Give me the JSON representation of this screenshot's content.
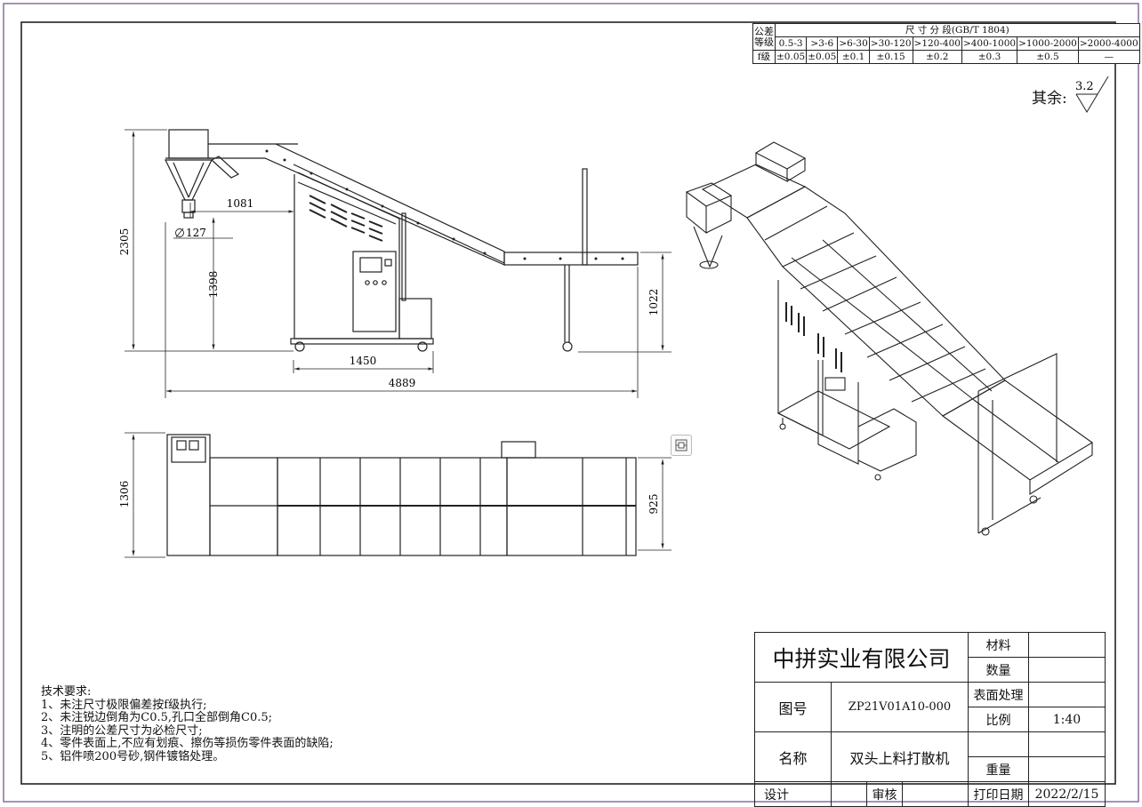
{
  "tolerance": {
    "corner_top": "公差",
    "corner_bottom": "等级",
    "header": "尺 寸 分 段(GB/T 1804)",
    "ranges": [
      "0.5-3",
      ">3-6",
      ">6-30",
      ">30-120",
      ">120-400",
      ">400-1000",
      ">1000-2000",
      ">2000-4000"
    ],
    "grade_label": "f级",
    "values": [
      "±0.05",
      "±0.05",
      "±0.1",
      "±0.15",
      "±0.2",
      "±0.3",
      "±0.5",
      "—"
    ]
  },
  "roughness": {
    "label": "其余:",
    "value": "3.2"
  },
  "dimensions": {
    "height_total": "2305",
    "hopper_offset": "1081",
    "outlet_dia": "127",
    "outlet_height": "1398",
    "base_length": "1450",
    "total_length": "4889",
    "discharge_height": "1022",
    "total_width": "1306",
    "belt_width": "925"
  },
  "notes": {
    "title": "技术要求:",
    "items": [
      "1、未注尺寸极限偏差按f级执行;",
      "2、未注锐边倒角为C0.5,孔口全部倒角C0.5;",
      "3、注明的公差尺寸为必检尺寸;",
      "4、零件表面上,不应有划痕、擦伤等损伤零件表面的缺陷;",
      "5、铝件喷200号砂,钢件镀铬处理。"
    ]
  },
  "title_block": {
    "company": "中拼实业有限公司",
    "material_label": "材料",
    "material_value": "",
    "quantity_label": "数量",
    "quantity_value": "",
    "drawing_no_label": "图号",
    "drawing_no": "ZP21V01A10-000",
    "surface_label": "表面处理",
    "surface_value": "",
    "scale_label": "比例",
    "scale_value": "1:40",
    "name_label": "名称",
    "name_value": "双头上料打散机",
    "weight_label": "重量",
    "weight_value": "",
    "design_label": "设计",
    "design_value": "",
    "review_label": "审核",
    "review_value": "",
    "print_date_label": "打印日期",
    "print_date_value": "2022/2/15"
  },
  "colors": {
    "line": "#222222",
    "frame": "#6a4a8a"
  }
}
